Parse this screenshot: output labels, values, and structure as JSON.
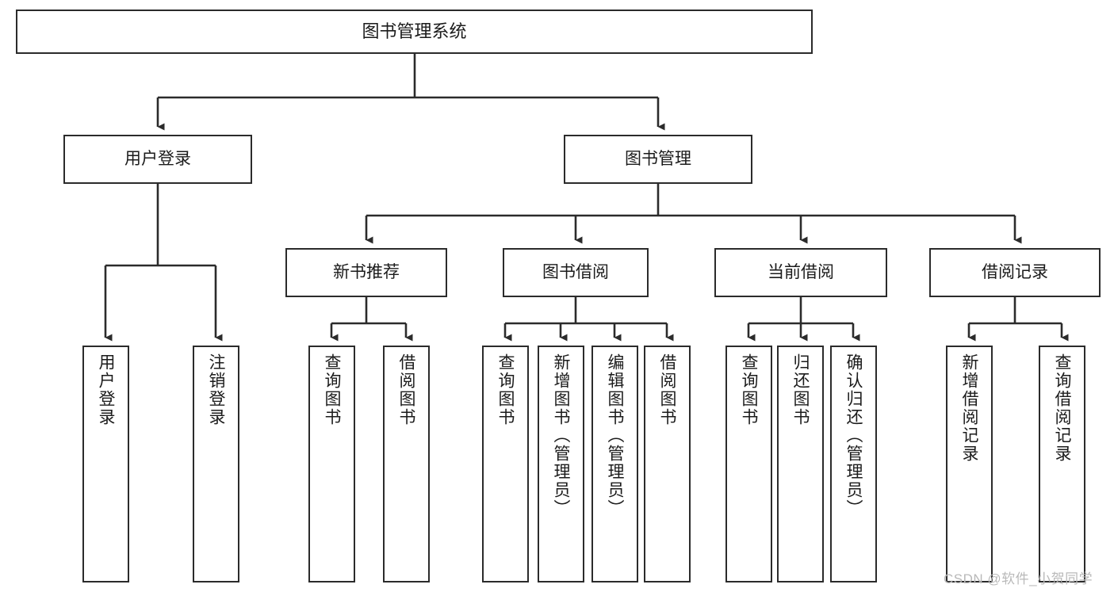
{
  "diagram": {
    "title": "图书管理系统",
    "type": "tree",
    "root": {
      "label": "图书管理系统"
    },
    "level2": [
      {
        "label": "用户登录"
      },
      {
        "label": "图书管理"
      }
    ],
    "level3": [
      {
        "label": "新书推荐"
      },
      {
        "label": "图书借阅"
      },
      {
        "label": "当前借阅"
      },
      {
        "label": "借阅记录"
      }
    ],
    "leaves": {
      "user_login": [
        {
          "label": "用户登录"
        },
        {
          "label": "注销登录"
        }
      ],
      "new_book_recommend": [
        {
          "label": "查询图书"
        },
        {
          "label": "借阅图书"
        }
      ],
      "book_borrow": [
        {
          "label": "查询图书"
        },
        {
          "label": "新增图书（管理员）"
        },
        {
          "label": "编辑图书（管理员）"
        },
        {
          "label": "借阅图书"
        }
      ],
      "current_borrow": [
        {
          "label": "查询图书"
        },
        {
          "label": "归还图书"
        },
        {
          "label": "确认归还（管理员）"
        }
      ],
      "borrow_record": [
        {
          "label": "新增借阅记录"
        },
        {
          "label": "查询借阅记录"
        }
      ]
    }
  },
  "watermark": {
    "text": "CSDN @软件_小贺同学"
  },
  "colors": {
    "stroke": "#2b2b2b",
    "fill": "#ffffff",
    "text": "#1b1b1b",
    "watermark": "#b9b9b9"
  }
}
